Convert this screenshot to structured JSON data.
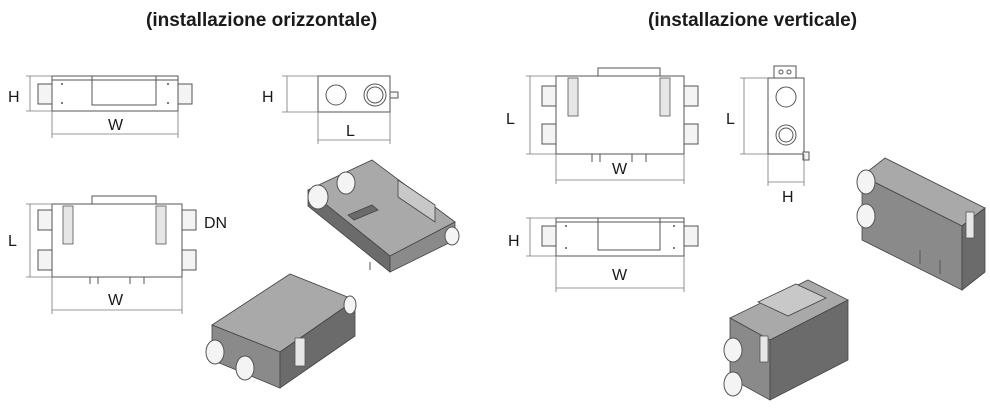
{
  "titles": {
    "horizontal": "(installazione orizzontale)",
    "vertical": "(installazione verticale)"
  },
  "labels": {
    "h": "H",
    "w": "W",
    "l": "L",
    "dn": "DN"
  },
  "colors": {
    "line": "#555555",
    "body_dark": "#6b6b6b",
    "body_light": "#a9a9a9"
  }
}
